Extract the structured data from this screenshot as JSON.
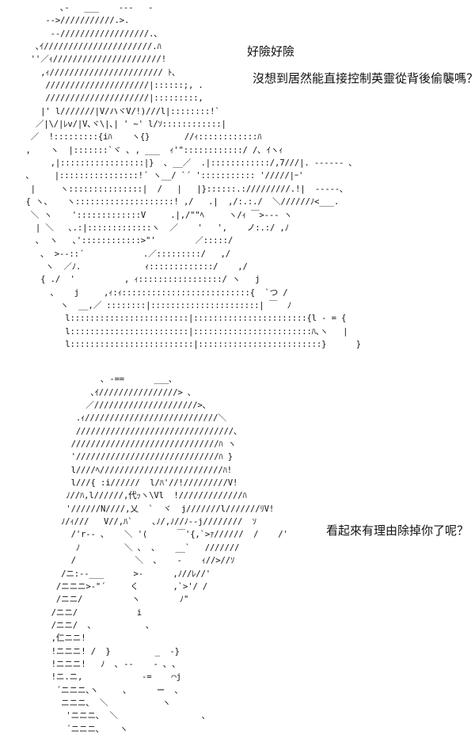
{
  "panels": [
    {
      "art": [
        "         ､-   ___    ---   -",
        "      -->///////////.>.",
        "       --//////////////////.､",
        "    ､ｲ//////////////////////.ﾊ",
        "   ''／ｨ//////////////////////!",
        "     ,ｨ/////////////////////// ﾄ､",
        "      /////////////////////|::::::;, .",
        "      /////////////////////|:::::::::,",
        "     |' l///////|V/ハヾV/!)///l|::::::::!`",
        "    ／|\\/|ﾚv/|V､ヾ\\|､| ' ~' l/ｿ::::::::::::|",
        "   ／  !:::::::::{iﾊ    ヽ{}       //ｨ::::::::::::ﾊ",
        "  ,    ヽ  |:::::::`ヾ ､ , ___  ｨ'\"::::::::::::/ /､ ｲヽｨ",
        "       ,|:::::::::::::::::|}  ､ __／  .|::::::::::::/,7///|. ------ ､",
        "  ､     |::::::::::::::::!´ ヽ__/ `´ '::::::::::: '/////|ｰ'",
        "   |     ヽ:::::::::::::::|  /   |   |}::::::.://///////.!|  -----､",
        "  { ヽ、   ヽ::::::::::::::::::::! ,/   .|  ,/:.:./  ＼//////ﾉ<___.",
        "   ＼ ヽ    ':::::::::::::V     .|,/\"\"ﾍ     ヽ/ｨ ￣>--- ヽ",
        "    | ＼   ､.:|:::::::::::::ヽ  ／    '   ',    ノ:.:/ ,ﾉ",
        "    ､  ヽ   ､'::::::::::::>\"'        ／:::::/",
        "     ､  >--::´            .／:::::::::/   ,/",
        "      ヽ  ／ﾉ.             ｨ:::::::::::::/    ,/",
        "     { ./  '          , ｨ:::::::::::::::::/ ヽ   j",
        "       ､    j     ,ｨ:ｨ::::::::::::::::::::::::::{  `つ /",
        "         ヽ  __,／ ::::::::|::::::::::::::::::::::| ￣  ﾉ",
        "          l::::::::::::::::::::::::|:::::::::::::::::::::::{l - = {",
        "          l::::::::::::::::::::::::|::::::::::::::::::::::::ﾊ､ヽ   |",
        "          l:::::::::::::::::::::::::|:::::::::::::::::::::::::}      }"
      ],
      "speech": [
        "好險好險",
        "沒想到居然能直接控制英靈從背後偷襲嗎？"
      ]
    },
    {
      "art": [
        "",
        "             ､ -==      ___､",
        "           ､ｲ////////////////> ､",
        "          ／/////////////////////>､",
        "        .ｨ///////////////////////////＼",
        "        ////////////////////////////////､",
        "       //////////////////////////////ﾊ ヽ",
        "       '/////////////////////////////ﾊ }",
        "       l////ﾍ/////////////////////////ﾊ!",
        "       l///{ :i//////  l/ﾊ'//!/////////V!",
        "      ﾉ//ﾊ,l//////,代ｯヽ\\Vl  !/////////////ﾊ",
        "      '//////N////,乂  `  ヾ  j///////l///////ﾘV!",
        "     ﾉ/ｨ///   V//,ﾊ`    ､ﾉ/,ﾉ//ﾉ--j////////  ｿ",
        "       /'r-- ､    ＼ '(      ￣'{,`>ｧ//////  /    /'",
        "        ﾉ         ＼ ､  ､    __`   ///////",
        "       /            ＼  ､    -    ｨ//>//ｿ",
        "     /ニ:--___      >-      ,ﾉ//ﾚ//'",
        "    /ニニニ>-\"´     く       ,`>'/ /",
        "    /ニニ/          ヽ        ﾉ\"",
        "   /ニニ/            i",
        "   /ニニ/  ､           ､",
        "   ,仁ニニ!",
        "   !ニニニ! /  }         _  -}",
        "   !ニニニ!   ﾉ  ､ --    - ､ ､",
        "   !ニ.ニ,            -=    ⌒j",
        "    ´ニニニ､ヽ     ､      ー  ､",
        "     ニニニ､  ＼           ヽ",
        "      'ニニニ､  ＼                 ､",
        "      ´ニニニ､    ヽ"
      ],
      "speech": [
        "看起來有理由除掉你了呢？"
      ]
    }
  ]
}
